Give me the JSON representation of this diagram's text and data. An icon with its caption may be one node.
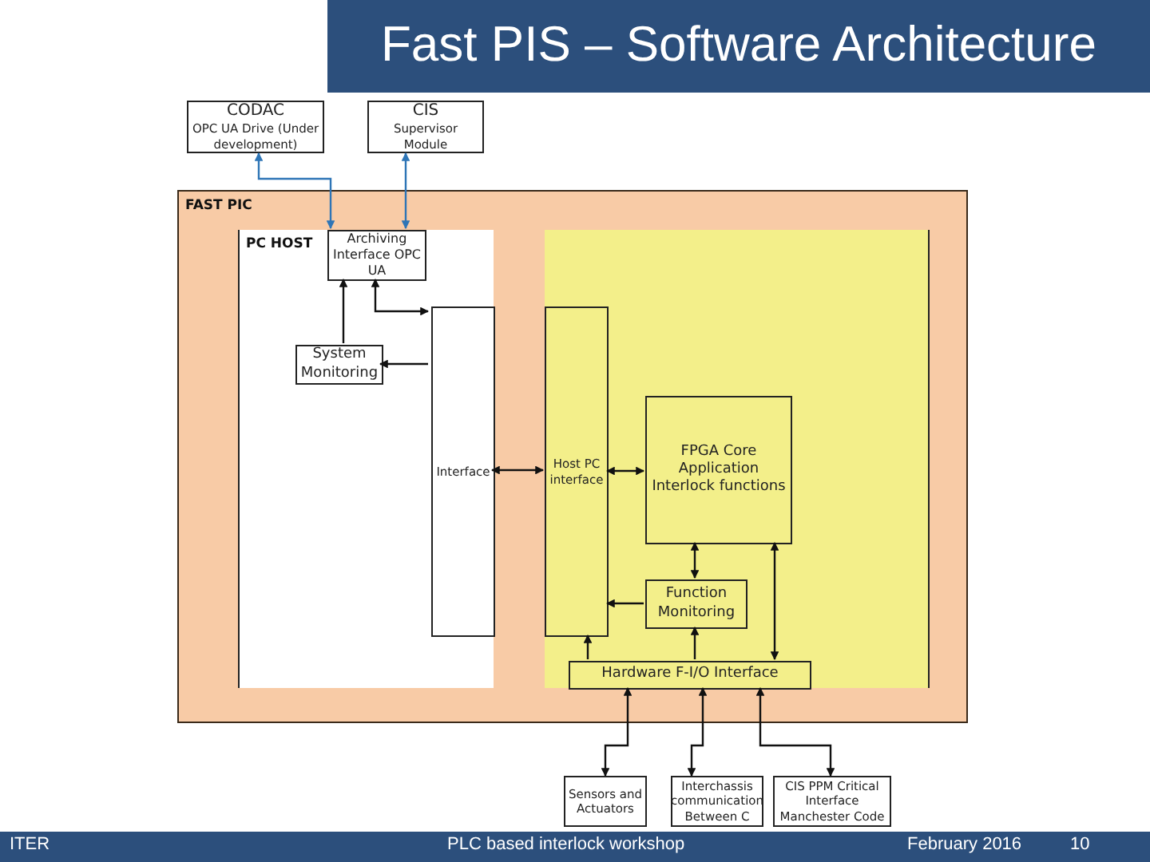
{
  "diagram": {
    "title": "Fast PIS – Software Architecture",
    "nodes": [
      {
        "text": [
          "CODAC",
          "OPC UA Drive (Under development)"
        ]
      },
      {
        "text": [
          "CIS",
          "Supervisor Module"
        ]
      },
      {
        "text": [
          "FAST PIC"
        ]
      },
      {
        "text": [
          "PC HOST"
        ],
        "in": 2
      },
      {
        "text": [
          "Archiving Interface OPC UA"
        ],
        "in": 3
      },
      {
        "text": [
          "System Monitoring"
        ],
        "in": 3
      },
      {
        "text": [
          "Interface"
        ],
        "in": 3
      },
      {
        "text": [],
        "shape": "box",
        "in": 2
      },
      {
        "text": [
          "Host PC interface"
        ],
        "in": 7
      },
      {
        "text": [
          "FPGA Core Application Interlock functions"
        ],
        "in": 7
      },
      {
        "text": [
          "Function Monitoring"
        ],
        "in": 7
      },
      {
        "text": [
          "Hardware F-I/O Interface"
        ],
        "in": 7
      },
      {
        "text": [
          "Sensors and Actuators"
        ]
      },
      {
        "text": [
          "Interchassis communication Between C"
        ]
      },
      {
        "text": [
          "CIS PPM Critical Interface Manchester Code"
        ]
      }
    ],
    "edges": [
      {
        "from": 4,
        "to": 0,
        "arrow": "both",
        "color": "#2e75b6"
      },
      {
        "from": 4,
        "to": 1,
        "arrow": "both",
        "color": "#2e75b6"
      },
      {
        "from": 5,
        "to": 4,
        "arrow": "to"
      },
      {
        "from": 4,
        "to": 6,
        "arrow": "both"
      },
      {
        "from": 6,
        "to": 5,
        "arrow": "to"
      },
      {
        "from": 6,
        "to": 8,
        "arrow": "both"
      },
      {
        "from": 8,
        "to": 9,
        "arrow": "both"
      },
      {
        "from": 9,
        "to": 10,
        "arrow": "both"
      },
      {
        "from": 10,
        "to": 8,
        "arrow": "to"
      },
      {
        "from": 11,
        "to": 8,
        "arrow": "to"
      },
      {
        "from": 11,
        "to": 10,
        "arrow": "to"
      },
      {
        "from": 9,
        "to": 11,
        "arrow": "both"
      },
      {
        "from": 11,
        "to": 12,
        "arrow": "both"
      },
      {
        "from": 11,
        "to": 13,
        "arrow": "both"
      },
      {
        "from": 11,
        "to": 14,
        "arrow": "both"
      }
    ],
    "labels": [
      "ITER",
      "PLC based interlock workshop",
      "February 2016",
      "10"
    ]
  }
}
